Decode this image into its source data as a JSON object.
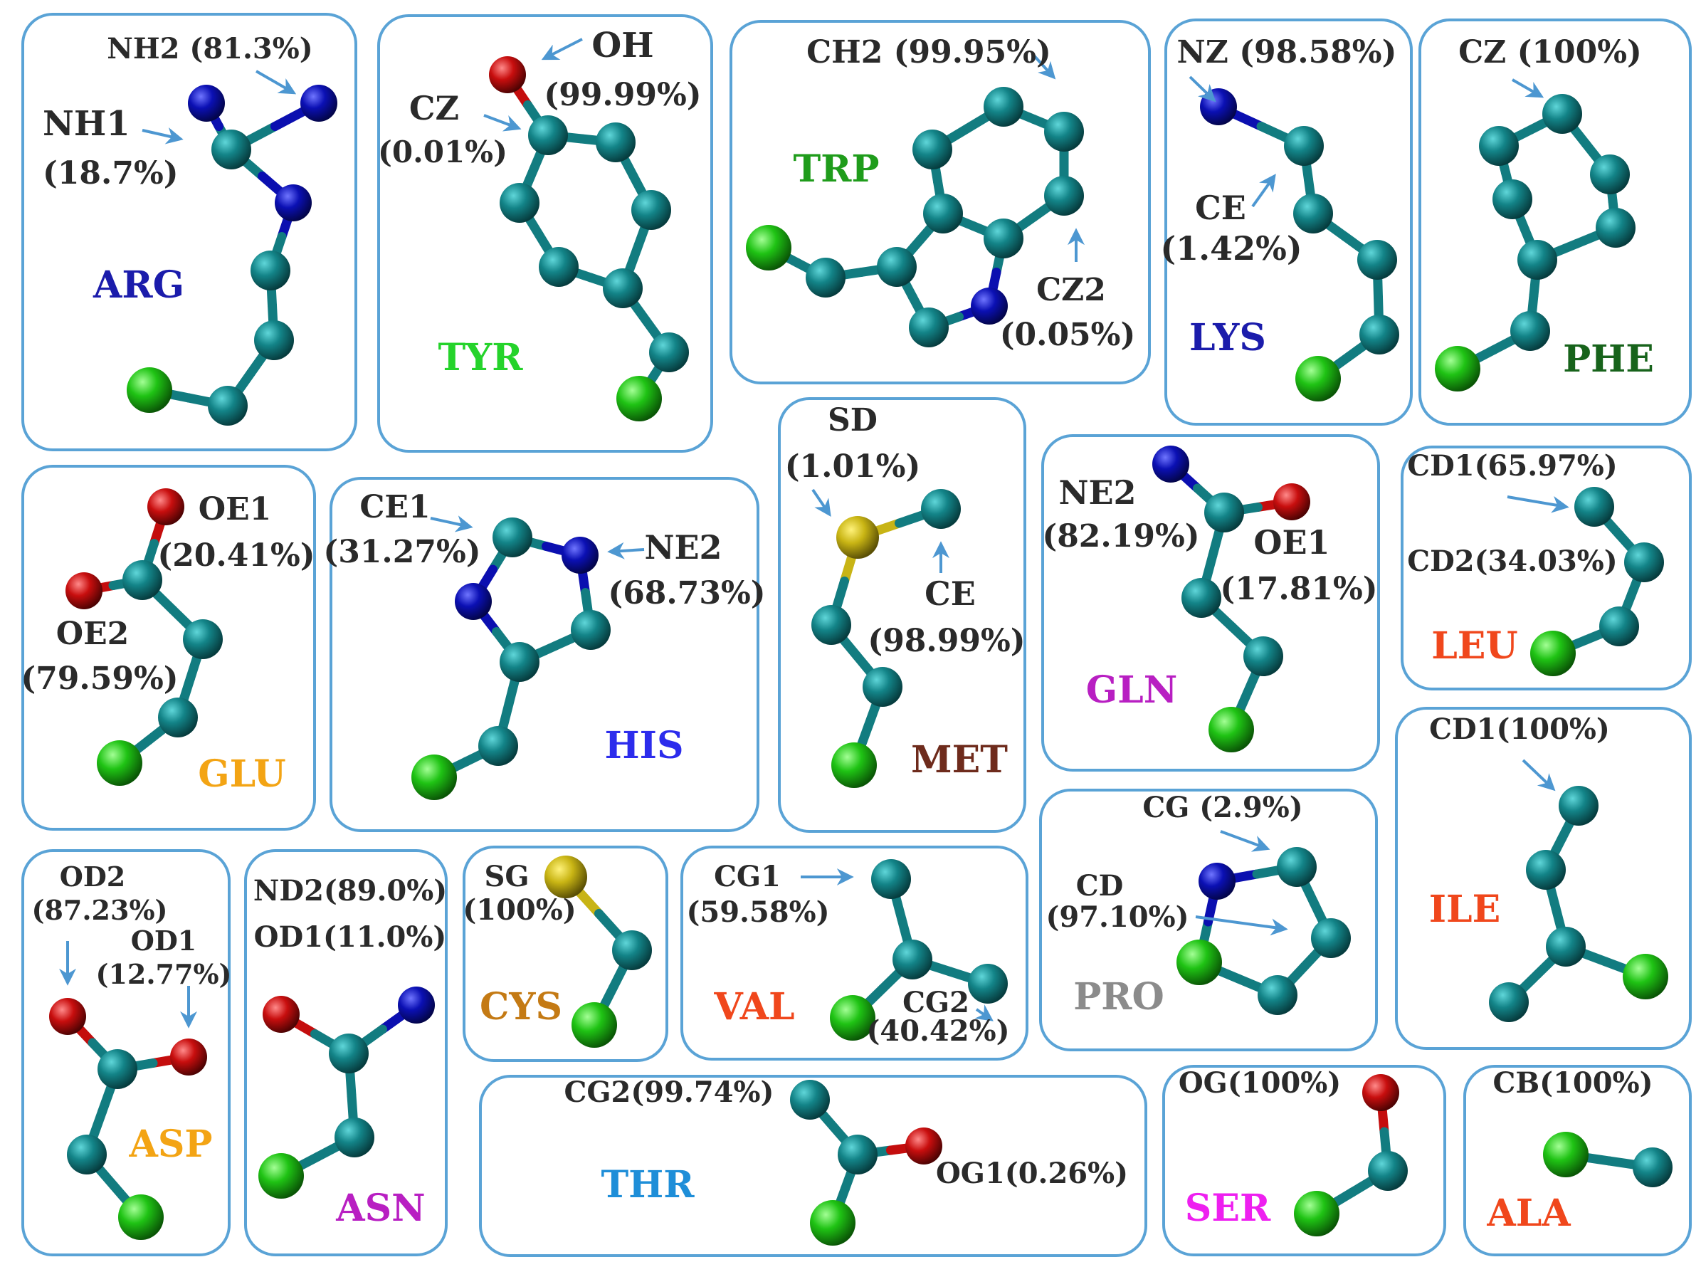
{
  "colors": {
    "frame": "#5aa3d6",
    "carbon": "#127c80",
    "nitrogen": "#0b0fb0",
    "oxygen": "#c40d0d",
    "sulfur": "#c8b415",
    "alpha": "#1ec014",
    "arrow": "#4d97d1",
    "label_text": "#2a2a2a"
  },
  "residues": [
    {
      "id": "arg",
      "name": "ARG",
      "color": "#1b1cab",
      "labels": [
        {
          "text": "NH2 (81.3%)"
        },
        {
          "text": "NH1"
        },
        {
          "text": "(18.7%)"
        }
      ]
    },
    {
      "id": "tyr",
      "name": "TYR",
      "color": "#25d32b",
      "labels": [
        {
          "text": "OH"
        },
        {
          "text": "(99.99%)"
        },
        {
          "text": "CZ"
        },
        {
          "text": "(0.01%)"
        }
      ]
    },
    {
      "id": "trp",
      "name": "TRP",
      "color": "#1f9c1b",
      "labels": [
        {
          "text": "CH2  (99.95%)"
        },
        {
          "text": "CZ2"
        },
        {
          "text": "(0.05%)"
        }
      ]
    },
    {
      "id": "lys",
      "name": "LYS",
      "color": "#1b1cab",
      "labels": [
        {
          "text": "NZ (98.58%)"
        },
        {
          "text": "CE"
        },
        {
          "text": "(1.42%)"
        }
      ]
    },
    {
      "id": "phe",
      "name": "PHE",
      "color": "#17631b",
      "labels": [
        {
          "text": "CZ (100%)"
        }
      ]
    },
    {
      "id": "glu",
      "name": "GLU",
      "color": "#f3a414",
      "labels": [
        {
          "text": "OE1"
        },
        {
          "text": "(20.41%)"
        },
        {
          "text": "OE2"
        },
        {
          "text": "(79.59%)"
        }
      ]
    },
    {
      "id": "his",
      "name": "HIS",
      "color": "#2c2cec",
      "labels": [
        {
          "text": "CE1"
        },
        {
          "text": "(31.27%)"
        },
        {
          "text": "NE2"
        },
        {
          "text": "(68.73%)"
        }
      ]
    },
    {
      "id": "met",
      "name": "MET",
      "color": "#6e2b1c",
      "labels": [
        {
          "text": "SD"
        },
        {
          "text": "(1.01%)"
        },
        {
          "text": "CE"
        },
        {
          "text": "(98.99%)"
        }
      ]
    },
    {
      "id": "gln",
      "name": "GLN",
      "color": "#b81fc2",
      "labels": [
        {
          "text": "NE2"
        },
        {
          "text": "(82.19%)"
        },
        {
          "text": "OE1"
        },
        {
          "text": "(17.81%)"
        }
      ]
    },
    {
      "id": "leu",
      "name": "LEU",
      "color": "#f0471c",
      "labels": [
        {
          "text": "CD1(65.97%)"
        },
        {
          "text": "CD2(34.03%)"
        }
      ]
    },
    {
      "id": "ile",
      "name": "ILE",
      "color": "#f0471c",
      "labels": [
        {
          "text": "CD1(100%)"
        }
      ]
    },
    {
      "id": "pro",
      "name": "PRO",
      "color": "#8b8b8b",
      "labels": [
        {
          "text": "CG (2.9%)"
        },
        {
          "text": "CD"
        },
        {
          "text": "(97.10%)"
        }
      ]
    },
    {
      "id": "asp",
      "name": "ASP",
      "color": "#f3a414",
      "labels": [
        {
          "text": "OD2"
        },
        {
          "text": "(87.23%)"
        },
        {
          "text": "OD1"
        },
        {
          "text": "(12.77%)"
        }
      ]
    },
    {
      "id": "asn",
      "name": "ASN",
      "color": "#b81fc2",
      "labels": [
        {
          "text": "ND2(89.0%)"
        },
        {
          "text": "OD1(11.0%)"
        }
      ]
    },
    {
      "id": "cys",
      "name": "CYS",
      "color": "#c47a14",
      "labels": [
        {
          "text": "SG"
        },
        {
          "text": "(100%)"
        }
      ]
    },
    {
      "id": "val",
      "name": "VAL",
      "color": "#f0471c",
      "labels": [
        {
          "text": "CG1"
        },
        {
          "text": "(59.58%)"
        },
        {
          "text": "CG2"
        },
        {
          "text": "(40.42%)"
        }
      ]
    },
    {
      "id": "thr",
      "name": "THR",
      "color": "#1e8ed8",
      "labels": [
        {
          "text": "CG2(99.74%)"
        },
        {
          "text": "OG1(0.26%)"
        }
      ]
    },
    {
      "id": "ser",
      "name": "SER",
      "color": "#ee1ff0",
      "labels": [
        {
          "text": "OG(100%)"
        }
      ]
    },
    {
      "id": "ala",
      "name": "ALA",
      "color": "#f0471c",
      "labels": [
        {
          "text": "CB(100%)"
        }
      ]
    }
  ]
}
